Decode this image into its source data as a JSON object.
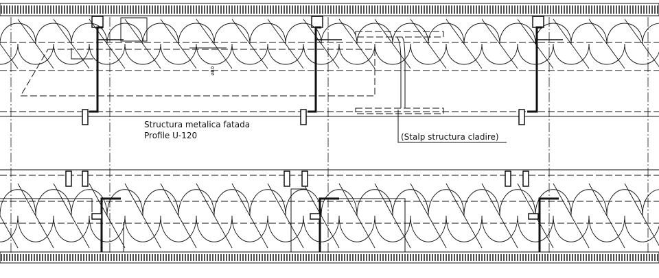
{
  "drawing": {
    "note_facade_structure": "Structura metalica fatada",
    "note_profile": "Profile U-120",
    "note_column": "(Stalp structura cladire)",
    "dim_label": "ø80"
  },
  "colors": {
    "line": "#111111",
    "hatch": "#222222",
    "background": "#ffffff"
  }
}
